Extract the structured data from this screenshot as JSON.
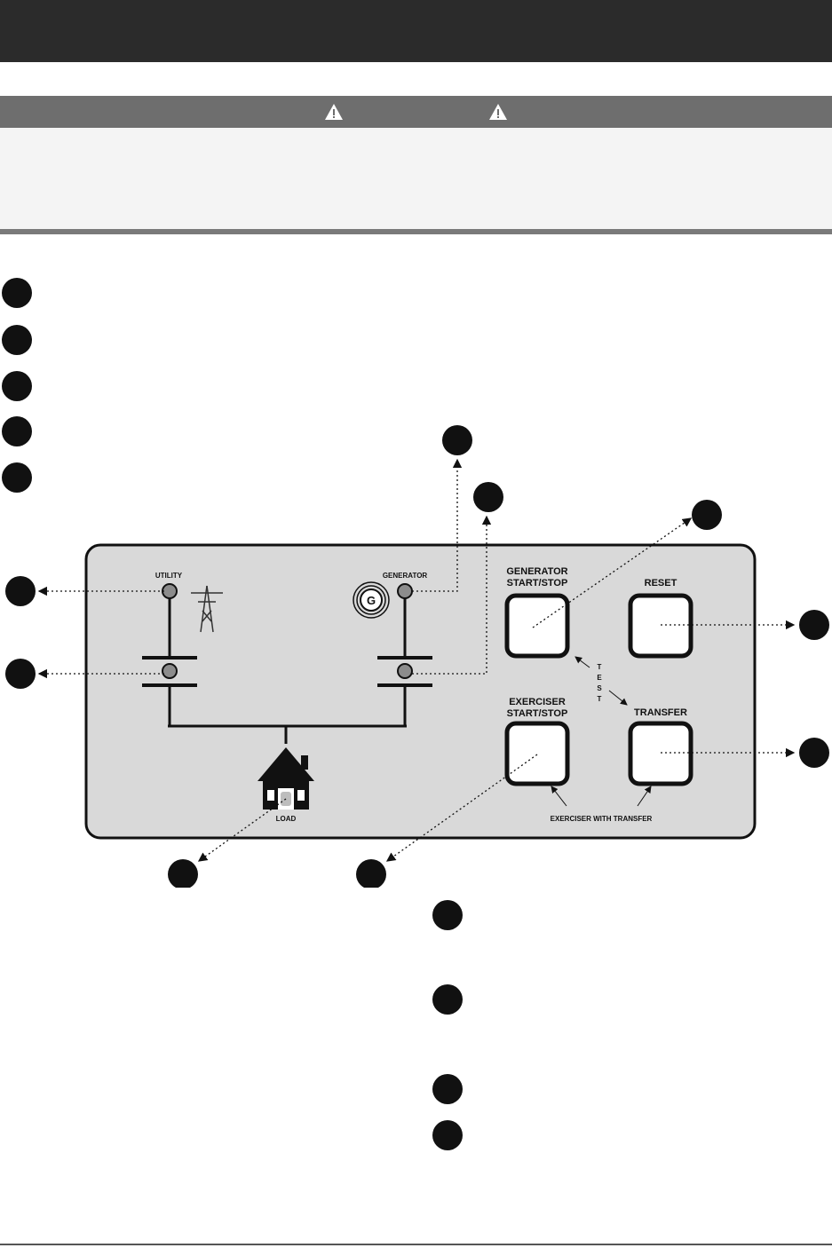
{
  "panel": {
    "utility_label": "UTILITY",
    "generator_label": "GENERATOR",
    "generator_symbol": "G",
    "load_label": "LOAD",
    "gen_start_stop_line1": "GENERATOR",
    "gen_start_stop_line2": "START/STOP",
    "reset_label": "RESET",
    "exerciser_line1": "EXERCISER",
    "exerciser_line2": "START/STOP",
    "transfer_label": "TRANSFER",
    "test_t1": "T",
    "test_e": "E",
    "test_s": "S",
    "test_t2": "T",
    "exerciser_with_transfer": "EXERCISER WITH TRANSFER"
  },
  "colors": {
    "header": "#2b2b2b",
    "warning_header": "#6e6e6e",
    "warning_body": "#f4f4f4",
    "panel_fill": "#d9d9d9",
    "led": "#8c8c8c"
  },
  "icons": [
    "warning-triangle-icon",
    "transmission-tower-icon",
    "generator-icon",
    "house-icon"
  ]
}
